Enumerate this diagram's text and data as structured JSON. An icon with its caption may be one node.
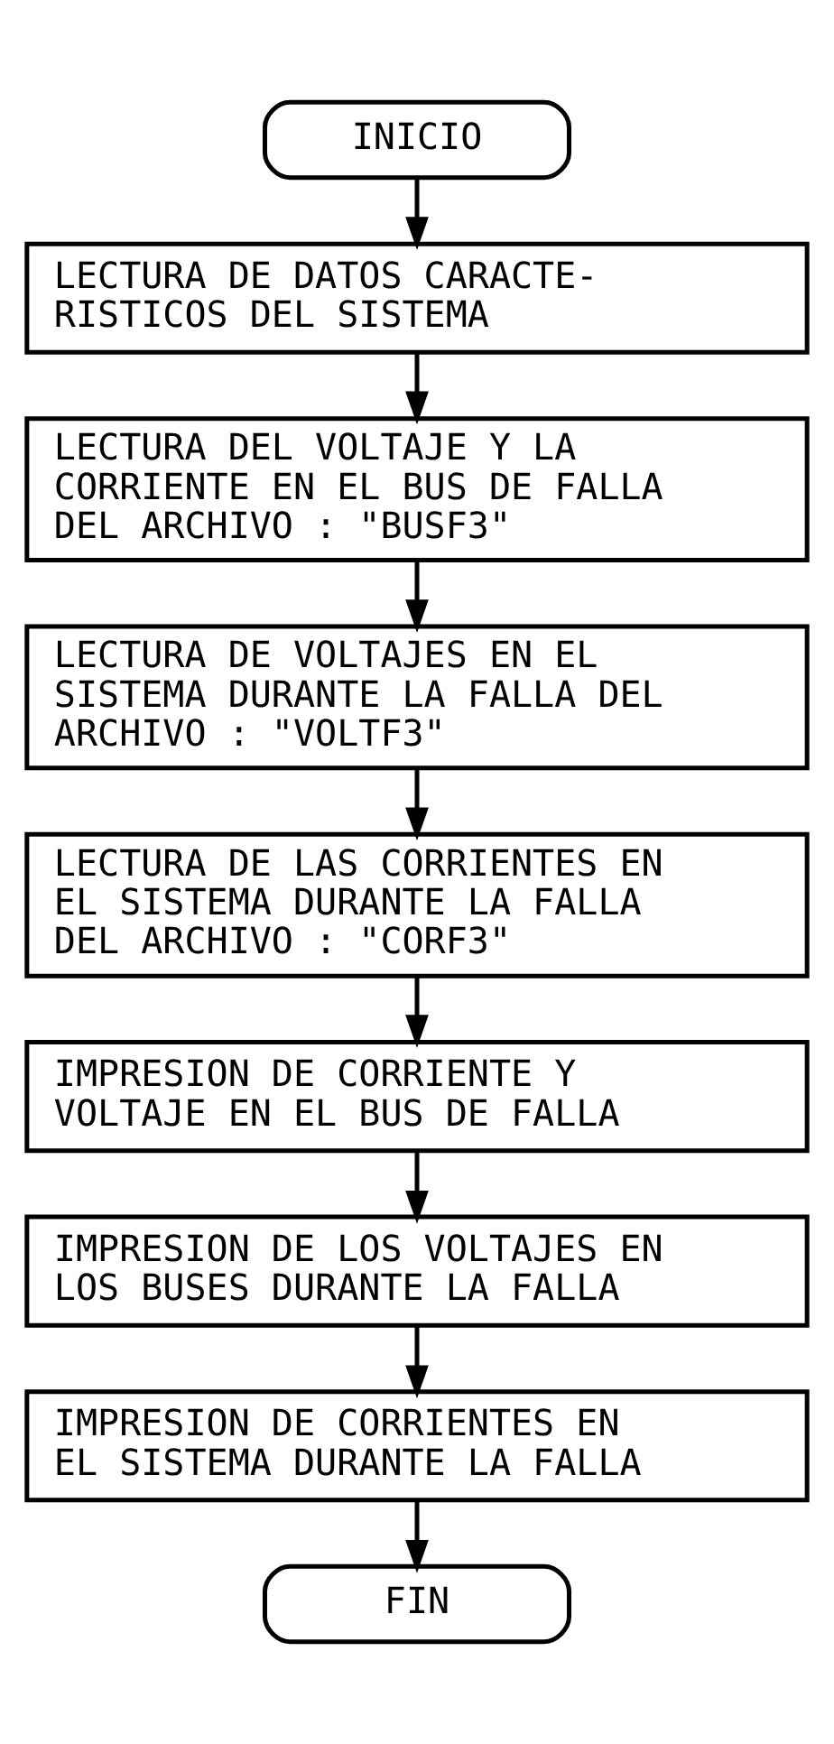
{
  "diagram": {
    "nodes": [
      {
        "text": [
          "INICIO"
        ]
      },
      {
        "text": [
          "LECTURA DE DATOS CARACTE-RISTICOS DEL SISTEMA"
        ]
      },
      {
        "text": [
          "LECTURA DEL VOLTAJE Y LA CORRIENTE EN EL BUS DE FALLA DEL ARCHIVO : \"BUSF3\""
        ]
      },
      {
        "text": [
          "LECTURA DE VOLTAJES EN EL SISTEMA DURANTE LA FALLA DEL ARCHIVO : \"VOLTF3\""
        ]
      },
      {
        "text": [
          "LECTURA DE LAS CORRIENTES EN EL SISTEMA DURANTE LA FALLA DEL ARCHIVO : \"CORF3\""
        ]
      },
      {
        "text": [
          "IMPRESION DE CORRIENTE Y VOLTAJE EN EL BUS DE FALLA"
        ]
      },
      {
        "text": [
          "IMPRESION DE LOS VOLTAJES EN LOS BUSES DURANTE LA FALLA"
        ]
      },
      {
        "text": [
          "IMPRESION DE CORRIENTES EN EL SISTEMA DURANTE LA FALLA"
        ]
      },
      {
        "text": [
          "FIN"
        ]
      }
    ],
    "edges": [
      {
        "from": 0,
        "to": 1,
        "arrow": "to"
      },
      {
        "from": 1,
        "to": 2,
        "arrow": "to"
      },
      {
        "from": 2,
        "to": 3,
        "arrow": "to"
      },
      {
        "from": 3,
        "to": 4,
        "arrow": "to"
      },
      {
        "from": 4,
        "to": 5,
        "arrow": "to"
      },
      {
        "from": 5,
        "to": 6,
        "arrow": "to"
      },
      {
        "from": 6,
        "to": 7,
        "arrow": "to"
      },
      {
        "from": 7,
        "to": 8,
        "arrow": "to"
      }
    ]
  }
}
